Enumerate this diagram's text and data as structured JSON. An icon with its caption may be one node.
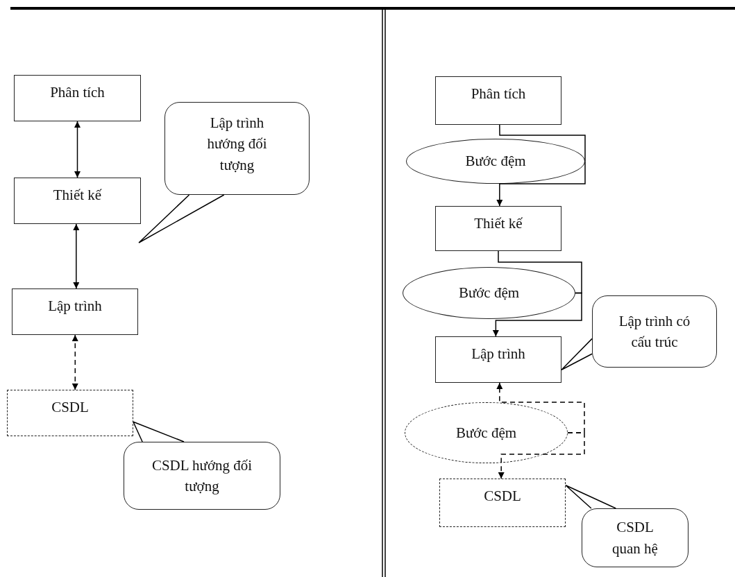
{
  "diagram": {
    "nodes": [
      {
        "text": [
          "Phân tích"
        ]
      },
      {
        "text": [
          "Thiết kế"
        ]
      },
      {
        "text": [
          "Lập trình"
        ]
      },
      {
        "text": [
          "CSDL"
        ]
      },
      {
        "text": [
          "Lập trình hướng đối tượng"
        ]
      },
      {
        "text": [
          "CSDL hướng đối tượng"
        ]
      },
      {
        "text": [
          "Phân tích"
        ]
      },
      {
        "text": [
          "Bước đệm"
        ]
      },
      {
        "text": [
          "Thiết kế"
        ]
      },
      {
        "text": [
          "Bước đệm"
        ]
      },
      {
        "text": [
          "Lập trình"
        ]
      },
      {
        "text": [
          "Lập trình có cấu trúc"
        ]
      },
      {
        "text": [
          "Bước đệm"
        ]
      },
      {
        "text": [
          "CSDL"
        ]
      },
      {
        "text": [
          "CSDL quan hệ"
        ]
      }
    ],
    "edges": [
      {
        "from": 0,
        "to": 1,
        "arrow": "both"
      },
      {
        "from": 1,
        "to": 2,
        "arrow": "both"
      },
      {
        "from": 2,
        "to": 3,
        "arrow": "both",
        "style": "dashed"
      },
      {
        "from": 4,
        "to": null,
        "arrow": "none"
      },
      {
        "from": 5,
        "to": 3,
        "arrow": "none"
      },
      {
        "from": 6,
        "to": 7,
        "arrow": "none"
      },
      {
        "from": 7,
        "to": 8,
        "arrow": "to"
      },
      {
        "from": 8,
        "to": 9,
        "arrow": "none"
      },
      {
        "from": 9,
        "to": 10,
        "arrow": "to"
      },
      {
        "from": 11,
        "to": 10,
        "arrow": "none"
      },
      {
        "from": 12,
        "to": 10,
        "arrow": "to",
        "style": "dashed"
      },
      {
        "from": 12,
        "to": 13,
        "arrow": "to",
        "style": "dashed"
      },
      {
        "from": 14,
        "to": 13,
        "arrow": "none"
      }
    ]
  }
}
